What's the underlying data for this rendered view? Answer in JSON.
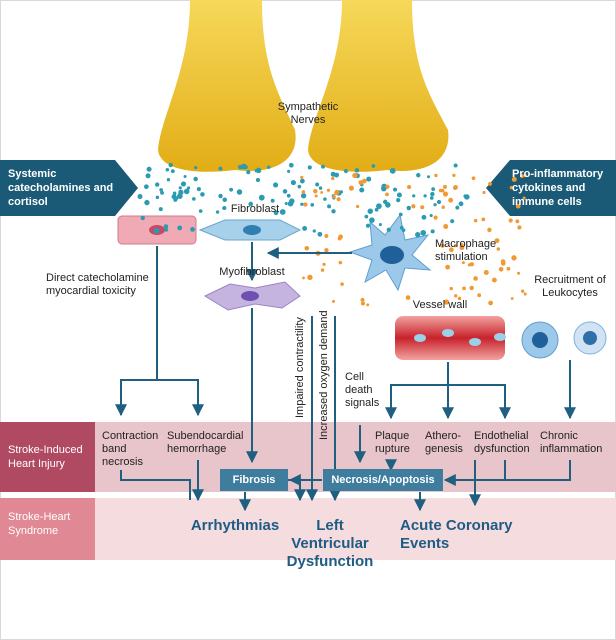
{
  "nerves_label": "Sympathetic Nerves",
  "left_banner": "Systemic catecholamines and cortisol",
  "right_banner": "Pro-inflammatory cytokines and immune cells",
  "fibroblast_label": "Fibroblast",
  "macrophage_label": "Macrophage stimulation",
  "myofibroblast_label": "Myofibroblast",
  "direct_toxicity_label": "Direct catecholamine myocardial toxicity",
  "vessel_wall_label": "Vessel wall",
  "recruitment_label": "Recruitment of Leukocytes",
  "impaired_contractility_label": "Impaired contractility",
  "increased_oxygen_label": "Increased oxygen demand",
  "cell_death_label": "Cell death signals",
  "row_injury_label": "Stroke-Induced Heart Injury",
  "row_syndrome_label": "Stroke-Heart Syndrome",
  "injuries": {
    "contraction_band": "Contraction band necrosis",
    "subendocardial": "Subendocardial hemorrhage",
    "plaque": "Plaque rupture",
    "athero": "Athero-genesis",
    "endothelial": "Endothelial dysfunction",
    "chronic": "Chronic inflammation"
  },
  "fibrosis_label": "Fibrosis",
  "necrosis_label": "Necrosis/Apoptosis",
  "outcomes": {
    "arrhythmias": "Arrhythmias",
    "lv_dysfunction": "Left Ventricular Dysfunction",
    "acute_coronary": "Acute Coronary Events"
  },
  "colors": {
    "teal_arrow": "#1f5f80",
    "banner": "#1b5a77",
    "injury_row": "#e8c5cb",
    "injury_label_bg": "#b04a63",
    "syndrome_row": "#f4dcdf",
    "syndrome_label_bg": "#e08894",
    "box": "#3f7d9e",
    "nerve": "#f2c431",
    "teal_dot": "#2a9bb0",
    "orange_dot": "#f19a33"
  }
}
